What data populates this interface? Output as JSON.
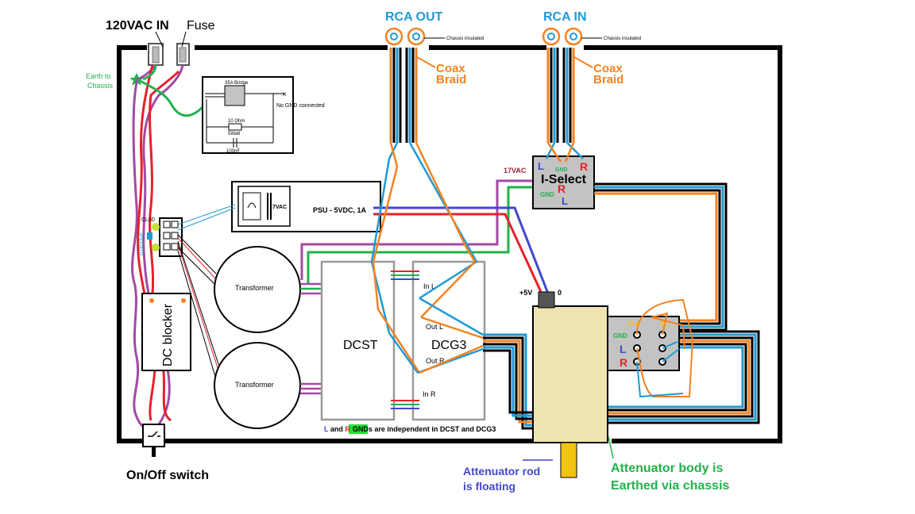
{
  "labels": {
    "ac_in": "120VAC IN",
    "fuse": "Fuse",
    "earth_to_chassis": [
      "Earth to",
      "Chassis"
    ],
    "rca_out": "RCA OUT",
    "rca_in": "RCA IN",
    "chassis_insulated": "Chassis insulated",
    "coax_braid": [
      "Coax",
      "Braid"
    ],
    "bridge": "35A Bridge",
    "no_gnd": "No GND connected",
    "resistor": [
      "10 Ohm",
      "5Watt"
    ],
    "capacitor": "100nF",
    "vac_7": "7VAC",
    "psu": "PSU - 5VDC, 1A",
    "vac_17": "17VAC",
    "iselect": "I-Select",
    "cl60": "CL60",
    "cap_0033": "0.0033uF",
    "transformer": "Transformer",
    "dc_blocker": "DC blocker",
    "dcst": "DCST",
    "dcg3": "DCG3",
    "in_l": "In L",
    "out_l": "Out L",
    "out_r": "Out R",
    "in_r": "In R",
    "plus5v": "+5V",
    "zero": "0",
    "out": "OUT",
    "in": "IN",
    "gnd": "GND",
    "l": "L",
    "r": "R",
    "note_l": "L",
    "note_and": " and ",
    "note_r": "R",
    "note_gnds": "GNDs",
    "note_rest": " are independent in DCST and DCG3",
    "onoff": "On/Off switch",
    "atten_rod": [
      "Attenuator rod",
      "is floating"
    ],
    "atten_body": [
      "Attenuator body is",
      "Earthed via chassis"
    ]
  },
  "colors": {
    "orange": "#f58220",
    "blue": "#1e9ad6",
    "red": "#e8202a",
    "green": "#22b14c",
    "purple": "#a349a4",
    "darkblue": "#3f48cc",
    "grey": "#c3c3c3",
    "cream": "#efe4b0",
    "yellow": "#f2c40f"
  }
}
